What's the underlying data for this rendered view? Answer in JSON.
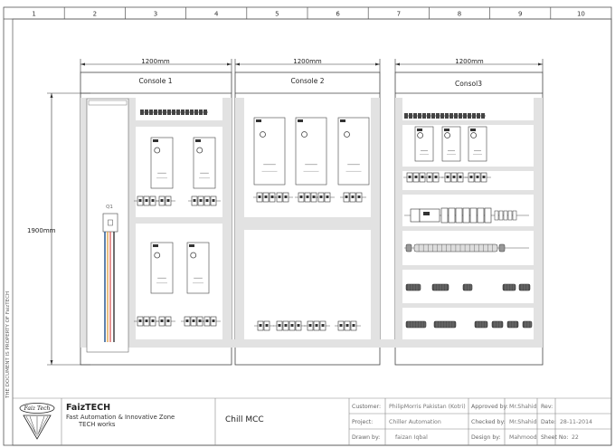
{
  "grid": {
    "columns": [
      "1",
      "2",
      "3",
      "4",
      "5",
      "6",
      "7",
      "8",
      "9",
      "10"
    ]
  },
  "dimensions": {
    "console_width": "1200mm",
    "height": "1900mm"
  },
  "consoles": [
    {
      "title": "Console 1"
    },
    {
      "title": "Console 2"
    },
    {
      "title": "Consol3"
    }
  ],
  "breaker_label": "Q1",
  "side_note": "THE DOCUMENT IS PROPERTY OF FaizTECH",
  "title_block": {
    "logo_text": "Faiz Tech",
    "company": "FaizTECH",
    "tagline": "Fast Automation & Innovative Zone",
    "tagline2": "TECH works",
    "drawing_title": "Chill MCC",
    "customer_label": "Customer:",
    "customer_value": "PhilipMorris Pakistan (Kotri)",
    "project_label": "Project:",
    "project_value": "Chiller Automation",
    "drawn_label": "Drawn by:",
    "drawn_value": "faizan Iqbal",
    "approved_label": "Approved by:",
    "approved_value": "Mr.Shahid",
    "checked_label": "Checked by:",
    "checked_value": "Mr.Shahid",
    "design_label": "Design by:",
    "design_value": "Mahmood",
    "rev_label": "Rev:",
    "rev_value": "",
    "date_label": "Date:",
    "date_value": "28-11-2014",
    "sheet_label": "Sheet No:",
    "sheet_value": "22"
  }
}
